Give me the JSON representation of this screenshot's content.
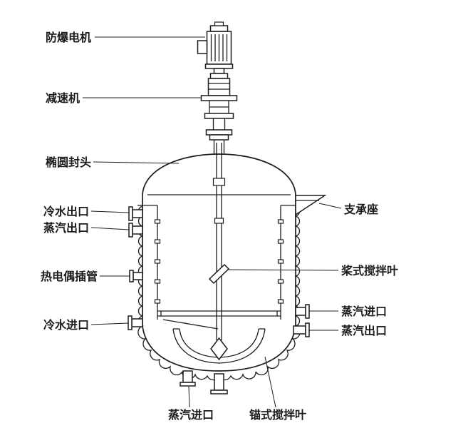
{
  "colors": {
    "line": "#1c1c1c",
    "background": "#ffffff"
  },
  "labels": {
    "motor": "防爆电机",
    "reducer": "减速机",
    "elliptical_head": "椭圆封头",
    "cold_water_outlet": "冷水出口",
    "steam_outlet_upper": "蒸汽出口",
    "thermocouple_tube": "热电偶插管",
    "cold_water_inlet": "冷水进口",
    "support_seat": "支承座",
    "paddle_agitator": "桨式搅拌叶",
    "steam_inlet_side": "蒸汽进口",
    "steam_outlet_side": "蒸汽出口",
    "steam_inlet_bottom": "蒸汽进口",
    "anchor_agitator": "锚式搅拌叶"
  }
}
